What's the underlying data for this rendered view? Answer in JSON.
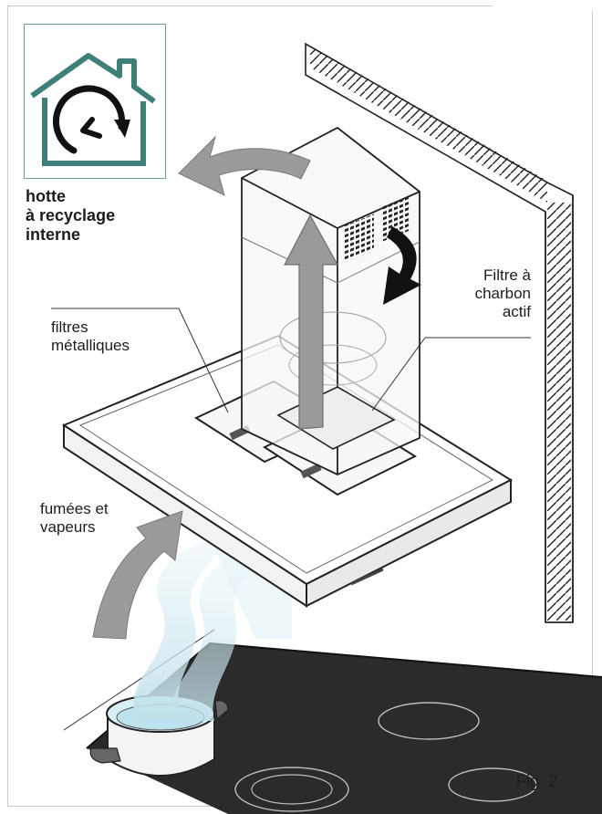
{
  "labels": {
    "title_line1": "hotte",
    "title_line2": "à recyclage",
    "title_line3": "interne",
    "filtres_line1": "filtres",
    "filtres_line2": "métalliques",
    "charbon_line1": "Filtre à",
    "charbon_line2": "charbon",
    "charbon_line3": "actif",
    "fumees_line1": "fumées et",
    "fumees_line2": "vapeurs",
    "figure": "Fig. 2"
  },
  "icons": {
    "house": "house-recycle-icon"
  },
  "colors": {
    "teal": "#3f7f7a",
    "arrow_grey": "#9a9a9a",
    "steam": "#cfe6ee",
    "hob": "#2b2b2b",
    "line": "#333333"
  }
}
